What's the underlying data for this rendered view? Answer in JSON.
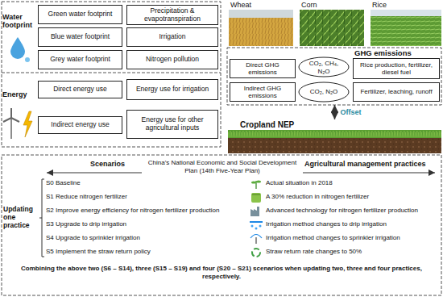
{
  "diagram": {
    "nodes": [
      {
        "text": [
          "Water footprint"
        ]
      },
      {
        "text": [
          "Green water footprint"
        ],
        "in": 0
      },
      {
        "text": [
          "Precipitation & evapotranspiration"
        ],
        "in": 0
      },
      {
        "text": [
          "Blue water footprint"
        ],
        "in": 0
      },
      {
        "text": [
          "Irrigation"
        ],
        "in": 0
      },
      {
        "text": [
          "Grey water footprint"
        ],
        "in": 0
      },
      {
        "text": [
          "Nitrogen pollution"
        ],
        "in": 0
      },
      {
        "text": [
          "Energy"
        ]
      },
      {
        "text": [
          "Direct energy use"
        ],
        "in": 7
      },
      {
        "text": [
          "Energy use for irrigation"
        ],
        "in": 7
      },
      {
        "text": [
          "Indirect energy use"
        ],
        "in": 7
      },
      {
        "text": [
          "Energy use for other agricultural inputs"
        ],
        "in": 7
      },
      {
        "text": [
          "GHG emissions"
        ]
      },
      {
        "text": [
          "Direct GHG emissions"
        ],
        "in": 12
      },
      {
        "text": [
          "CO₂, CH₄, N₂O"
        ],
        "in": 12
      },
      {
        "text": [
          "Rice production, fertilizer, diesel fuel"
        ],
        "in": 12
      },
      {
        "text": [
          "Indirect GHG emissions"
        ],
        "in": 12
      },
      {
        "text": [
          "CO₂, N₂O"
        ],
        "in": 12
      },
      {
        "text": [
          "Fertilizer, leaching, runoff"
        ],
        "in": 12
      },
      {
        "text": [
          "Cropland NEP"
        ]
      }
    ],
    "edges": [
      {
        "from": 12,
        "to": 19,
        "arrow": "both",
        "label": "Offset"
      }
    ],
    "labels": [
      "Wheat",
      "Corn",
      "Rice",
      "Scenarios",
      "China's National Economic and Social Development Plan (14th Five-Year Plan)",
      "Agricultural management practices",
      "Updating one practice",
      "S0 Baseline",
      "S1 Reduce nitrogen fertilizer",
      "S2 Improve energy efficiency for nitrogen fertilizer production",
      "S3 Upgrade to drip irrigation",
      "S4 Upgrade to sprinkler irrigation",
      "S5 Implement the straw return policy",
      "Actual situation in 2018",
      "A 30% reduction in nitrogen fertilizer",
      "Advanced technology for nitrogen fertilizer production",
      "Irrigation method changes to drip irrigation",
      "Irrigation method changes to sprinkler irrigation",
      "Straw return rate changes to 50%",
      "Combining the above two (S6 – S14), three (S15 – S19) and four (S20 – S21) scenarios when updating two, three and four practices, respectively."
    ]
  }
}
